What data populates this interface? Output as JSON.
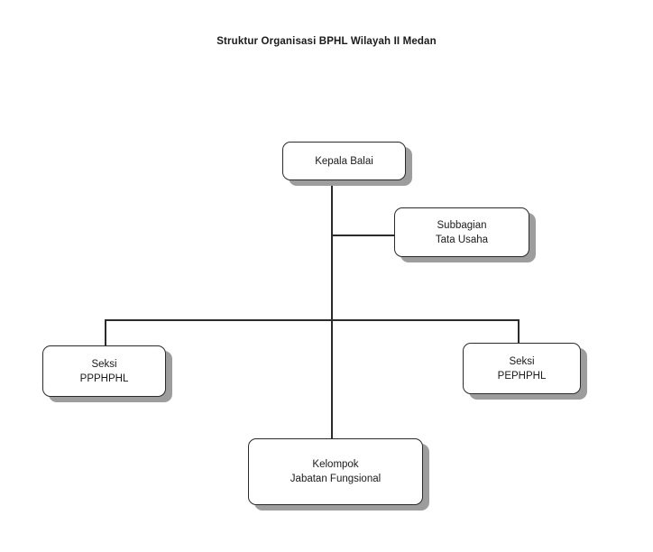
{
  "chart": {
    "title": "Struktur Organisasi BPHL Wilayah II Medan",
    "type": "org-chart",
    "background_color": "#ffffff",
    "box_fill_color": "#ffffff",
    "box_border_color": "#2b2b2b",
    "box_shadow_color": "#9d9d9d",
    "connector_color": "#2b2b2b",
    "text_color": "#1a1a1a"
  },
  "nodes": {
    "root": {
      "id": "kepala-balai",
      "label": "Kepala Balai",
      "level": 0
    },
    "staff": {
      "id": "subbagian-tata-usaha",
      "label": "Subbagian\nTata Usaha",
      "level": 1
    },
    "children": [
      {
        "id": "seksi-ppphphl",
        "label": "Seksi\nPPPHPHL",
        "level": 2
      },
      {
        "id": "kelompok-jabatan-fungsional",
        "label": "Kelompok\nJabatan Fungsional",
        "level": 2
      },
      {
        "id": "seksi-pephphl",
        "label": "Seksi\nPEPHPHL",
        "level": 2
      }
    ]
  },
  "chart_data": {
    "type": "diagram",
    "title": "Struktur Organisasi BPHL Wilayah II Medan",
    "hierarchy": [
      {
        "name": "Kepala Balai",
        "depth": 0,
        "parent": null,
        "relation": "root"
      },
      {
        "name": "Subbagian Tata Usaha",
        "depth": 1,
        "parent": "Kepala Balai",
        "relation": "staff-side-branch"
      },
      {
        "name": "Seksi PPPHPHL",
        "depth": 2,
        "parent": "Kepala Balai",
        "relation": "line-unit"
      },
      {
        "name": "Kelompok Jabatan Fungsional",
        "depth": 2,
        "parent": "Kepala Balai",
        "relation": "line-unit"
      },
      {
        "name": "Seksi PEPHPHL",
        "depth": 2,
        "parent": "Kepala Balai",
        "relation": "line-unit"
      }
    ],
    "node_count": 5,
    "edge_count": 4
  }
}
